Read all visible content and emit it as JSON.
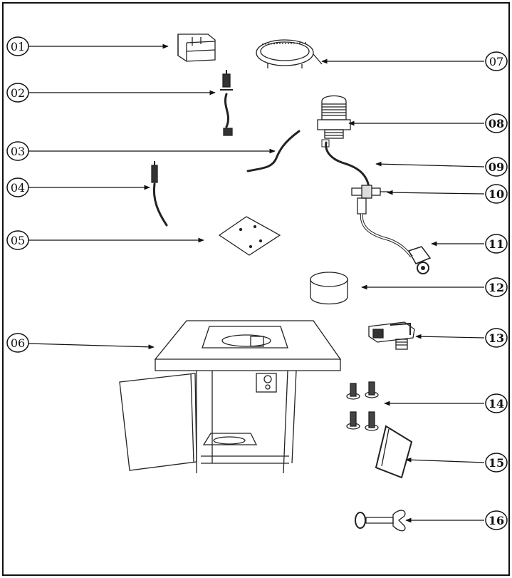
{
  "callouts": [
    {
      "label": "01",
      "side": "left"
    },
    {
      "label": "02",
      "side": "left"
    },
    {
      "label": "03",
      "side": "left"
    },
    {
      "label": "04",
      "side": "left"
    },
    {
      "label": "05",
      "side": "left"
    },
    {
      "label": "06",
      "side": "left"
    },
    {
      "label": "07",
      "side": "right"
    },
    {
      "label": "08",
      "side": "right"
    },
    {
      "label": "09",
      "side": "right"
    },
    {
      "label": "10",
      "side": "right"
    },
    {
      "label": "11",
      "side": "right"
    },
    {
      "label": "12",
      "side": "right"
    },
    {
      "label": "13",
      "side": "right"
    },
    {
      "label": "14",
      "side": "right"
    },
    {
      "label": "15",
      "side": "right"
    },
    {
      "label": "16",
      "side": "right"
    }
  ]
}
